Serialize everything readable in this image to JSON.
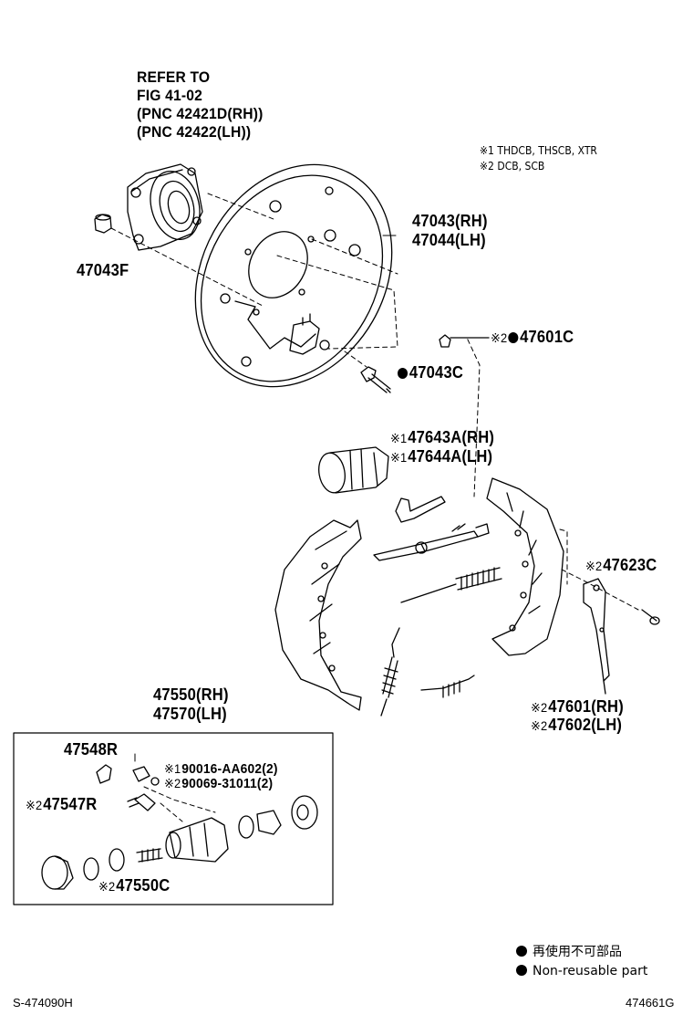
{
  "refer": {
    "line1": "REFER TO",
    "line2": "FIG 41-02",
    "line3": "(PNC 42421D(RH))",
    "line4": "(PNC 42422(LH))"
  },
  "notes": {
    "n1_mark": "※1",
    "n1_text": "THDCB, THSCB, XTR",
    "n2_mark": "※2",
    "n2_text": "DCB, SCB"
  },
  "parts": {
    "p47043F": "47043F",
    "p47043_rh": "47043(RH)",
    "p47044_lh": "47044(LH)",
    "p47601C_mark": "※2",
    "p47601C": "47601C",
    "p47043C": "47043C",
    "p47643A_mark": "※1",
    "p47643A": "47643A(RH)",
    "p47644A_mark": "※1",
    "p47644A": "47644A(LH)",
    "p47623C_mark": "※2",
    "p47623C": "47623C",
    "p47601_mark": "※2",
    "p47601": "47601(RH)",
    "p47602_mark": "※2",
    "p47602": "47602(LH)",
    "p47550_rh": "47550(RH)",
    "p47570_lh": "47570(LH)",
    "p47548R": "47548R",
    "p90016_mark": "※1",
    "p90016": "90016-AA602(2)",
    "p90069_mark": "※2",
    "p90069": "90069-31011(2)",
    "p47547R_mark": "※2",
    "p47547R": "47547R",
    "p47550C_mark": "※2",
    "p47550C": "47550C"
  },
  "legend": {
    "jp": "再使用不可部品",
    "en": "Non-reusable part"
  },
  "footer": {
    "left": "S-474090H",
    "right": "474661G"
  }
}
